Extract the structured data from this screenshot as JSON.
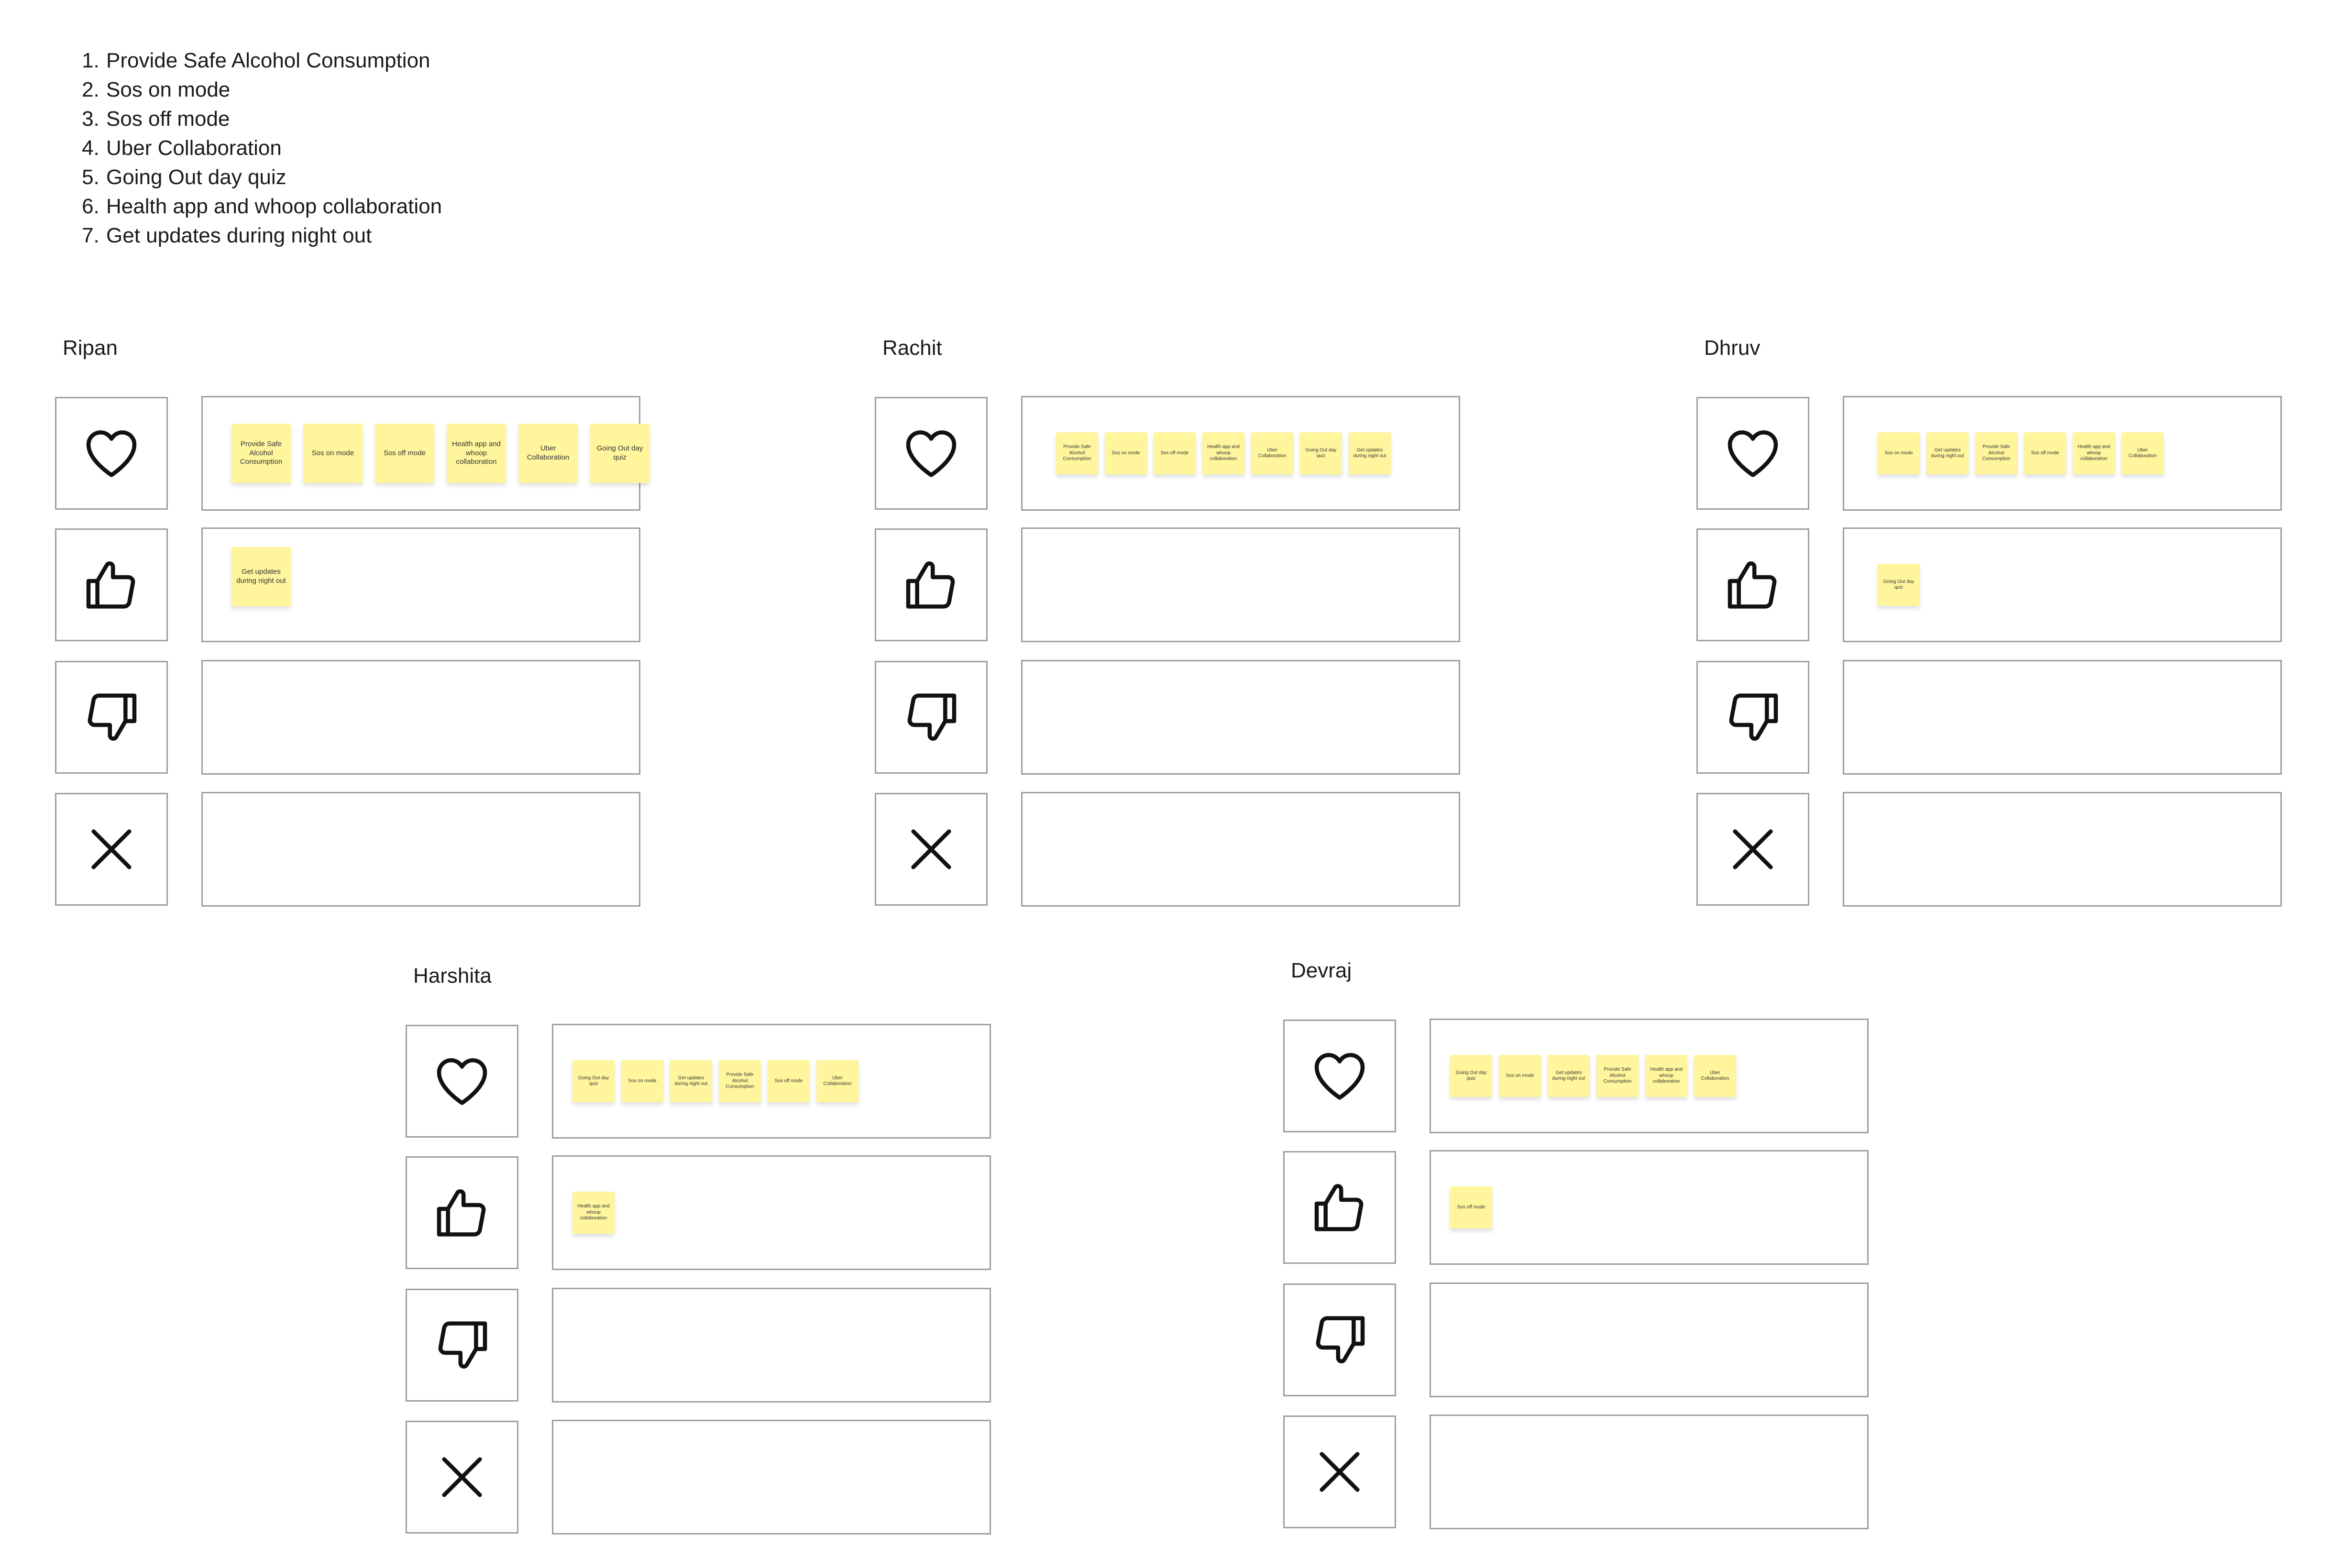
{
  "features": [
    "Provide Safe Alcohol Consumption",
    "Sos on mode",
    "Sos off mode",
    "Uber Collaboration",
    "Going Out day quiz",
    "Health app and whoop collaboration",
    "Get updates during night out"
  ],
  "categories": [
    {
      "key": "love",
      "icon": "heart-icon"
    },
    {
      "key": "like",
      "icon": "thumbs-up-icon"
    },
    {
      "key": "dislike",
      "icon": "thumbs-down-icon"
    },
    {
      "key": "reject",
      "icon": "x-icon"
    }
  ],
  "boards": [
    {
      "name": "Ripan",
      "love": [
        "Provide Safe Alcohol Consumption",
        "Sos on mode",
        "Sos off mode",
        "Health app and whoop collaboration",
        "Uber Collaboration",
        "Going Out day quiz"
      ],
      "like": [
        "Get updates during night out"
      ],
      "dislike": [],
      "reject": []
    },
    {
      "name": "Rachit",
      "love": [
        "Provide Safe Alcohol Consumption",
        "Sos on mode",
        "Sos off mode",
        "Health app and whoop collaboration",
        "Uber Collaboration",
        "Going Out day quiz",
        "Get updates during night out"
      ],
      "like": [],
      "dislike": [],
      "reject": []
    },
    {
      "name": "Dhruv",
      "love": [
        "Sos on mode",
        "Get updates during night out",
        "Provide Safe Alcohol Consumption",
        "Sos off mode",
        "Health app and whoop collaboration",
        "Uber Collaboration"
      ],
      "like": [
        "Going Out day quiz"
      ],
      "dislike": [],
      "reject": []
    },
    {
      "name": "Harshita",
      "love": [
        "Going Out day quiz",
        "Sos on mode",
        "Get updates during night out",
        "Provide Safe Alcohol Consumption",
        "Sos off mode",
        "Uber Collaboration"
      ],
      "like": [
        "Health app and whoop collaboration"
      ],
      "dislike": [],
      "reject": []
    },
    {
      "name": "Devraj",
      "love": [
        "Going Out day quiz",
        "Sos on mode",
        "Get updates during night out",
        "Provide Safe Alcohol Consumption",
        "Health app and whoop collaboration",
        "Uber Collaboration"
      ],
      "like": [
        "Sos off mode"
      ],
      "dislike": [],
      "reject": []
    }
  ],
  "colors": {
    "sticky": "#fff59d",
    "border": "#9e9e9e",
    "text": "#1a1a1a"
  }
}
